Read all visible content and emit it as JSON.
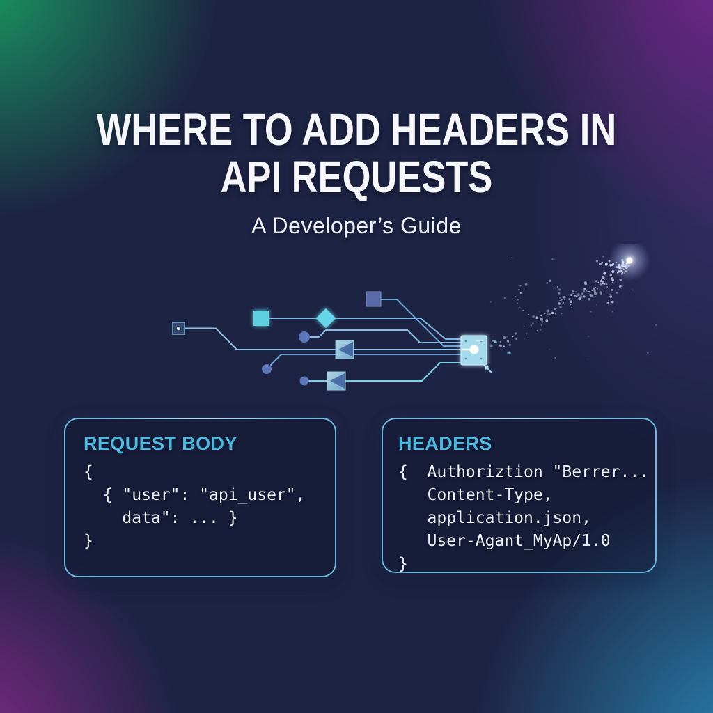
{
  "title": {
    "line1": "WHERE TO ADD HEADERS IN",
    "line2": "API REQUESTS",
    "subtitle": "A Developer’s Guide"
  },
  "panels": [
    {
      "title": "REQUEST BODY",
      "code_lines": [
        "{",
        "  { \"user\": \"api_user\",",
        "    data\": ... }",
        "}"
      ]
    },
    {
      "title": "HEADERS",
      "code_lines": [
        "{  Authoriztion \"Berrer...",
        "   Content-Type,",
        "   application.json,",
        "   User-Agant_MyAp/1.0",
        "}"
      ]
    }
  ],
  "illustration": {
    "name": "circuit-board-with-rocket-particle-trail",
    "nodes": [
      "outlined-square-node",
      "cyan-square-node",
      "cyan-diamond-node",
      "muted-square-node",
      "circle-node",
      "send-icon-node",
      "circle-node",
      "circle-node",
      "send-icon-node",
      "chip-node"
    ]
  },
  "colors": {
    "bg_navy": "#1d2342",
    "corner_green": "#18a664",
    "corner_purple": "#8c28a1",
    "corner_magenta": "#9d2b9e",
    "corner_teal": "#2b94c6",
    "accent_cyan": "#4cb9e0",
    "panel_border": "#69b9e1",
    "title_text": "#f5f7fb",
    "code_text": "#edf2f9",
    "circuit_line": "#7ab4e0",
    "node_cyan": "#64d4e6",
    "node_slate": "#5b76ba"
  }
}
